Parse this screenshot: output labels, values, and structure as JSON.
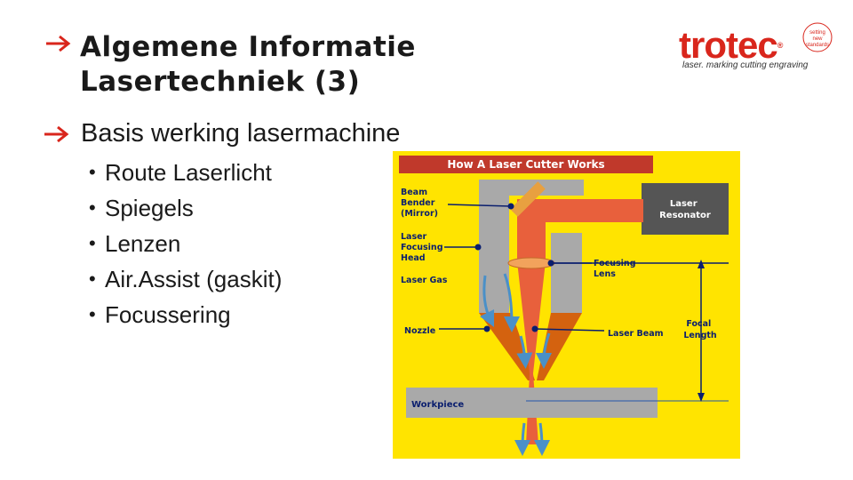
{
  "slide": {
    "title_line1": "Algemene Informatie",
    "title_line2": "Lasertechniek (3)",
    "subtitle": "Basis werking lasermachine",
    "bullet_char": "•",
    "bullets": [
      "Route Laserlicht",
      "Spiegels",
      "Lenzen",
      "Air.Assist (gaskit)",
      "Focussering"
    ]
  },
  "logo": {
    "wordmark": "trotec",
    "registered": "®",
    "tagline": "laser. marking cutting engraving",
    "stamp_text": "setting new standards"
  },
  "diagram": {
    "title": "How A Laser Cutter Works",
    "labels": {
      "beam_bender": [
        "Beam",
        "Bender",
        "(Mirror)"
      ],
      "focusing_head": [
        "Laser",
        "Focusing",
        "Head"
      ],
      "laser_gas": "Laser Gas",
      "nozzle": "Nozzle",
      "resonator": [
        "Laser",
        "Resonator"
      ],
      "focusing_lens": [
        "Focusing",
        "Lens"
      ],
      "laser_beam": "Laser Beam",
      "focal_length": [
        "Focal",
        "Length"
      ],
      "workpiece": "Workpiece"
    },
    "colors": {
      "background": "#ffe400",
      "title_bar": "#c0392b",
      "head_gray": "#a9a9a9",
      "laser": "#e8603c",
      "nozzle": "#d4620f",
      "resonator": "#555555",
      "gas_arrow": "#4a90c8",
      "label_line": "#0a1e6e"
    }
  }
}
